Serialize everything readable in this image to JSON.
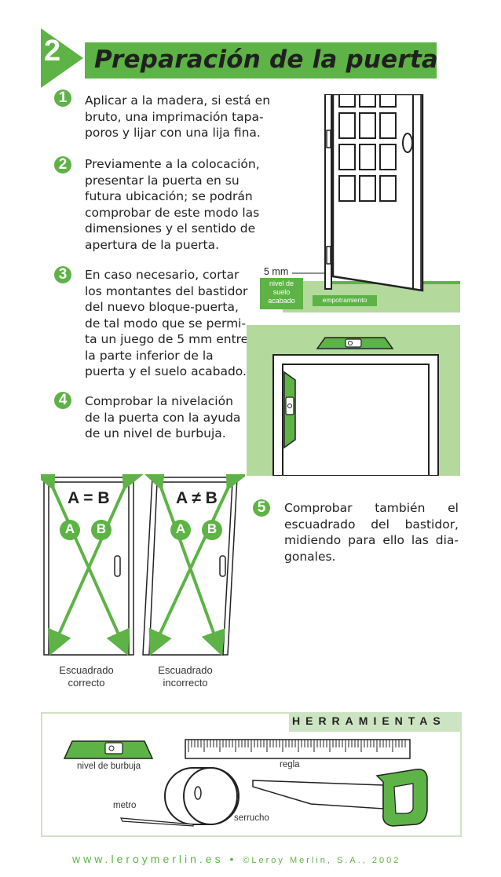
{
  "header": {
    "section_number": "2",
    "title": "Preparación de la puerta"
  },
  "steps": [
    {
      "number": "1",
      "lines": [
        "Aplicar a la madera, si está en",
        "bruto, una imprimación tapa-",
        "poros y lijar con una lija fina."
      ]
    },
    {
      "number": "2",
      "lines": [
        "Previamente a la colocación,",
        "presentar la puerta en su",
        "futura ubicación; se podrán",
        "comprobar de este modo las",
        "dimensiones y el sentido de",
        "apertura de la puerta."
      ]
    },
    {
      "number": "3",
      "lines": [
        "En caso necesario, cortar",
        "los montantes del bastidor",
        "del nuevo bloque-puerta,",
        "de tal modo que se permi-",
        "ta un juego de 5 mm entre",
        "la parte inferior de la",
        "puerta y el suelo acabado."
      ]
    },
    {
      "number": "4",
      "lines": [
        "Comprobar la nivelación",
        "de la puerta con la ayuda",
        "de un nivel de burbuja."
      ]
    },
    {
      "number": "5",
      "lines": [
        "Comprobar también el",
        "escuadrado del bastidor,",
        "midiendo para ello las dia-",
        "gonales."
      ]
    }
  ],
  "door_figure": {
    "gap_label": "5 mm",
    "floor_label": [
      "nivel de",
      "suelo",
      "acabado"
    ],
    "recess_label": "empotramiento"
  },
  "squaring": {
    "correct": {
      "formula": "A = B",
      "a": "A",
      "b": "B",
      "caption": [
        "Escuadrado",
        "correcto"
      ]
    },
    "incorrect": {
      "formula": "A ≠ B",
      "a": "A",
      "b": "B",
      "caption": [
        "Escuadrado",
        "incorrecto"
      ]
    }
  },
  "tools": {
    "heading": "HERRAMIENTAS",
    "level": "nivel de burbuja",
    "ruler": "regla",
    "tape": "metro",
    "saw": "serrucho"
  },
  "footer": {
    "url": "www.leroymerlin.es",
    "separator": "•",
    "copyright": "©Leroy Merlin, S.A., 2002"
  },
  "colors": {
    "accent": "#5db345",
    "light_green": "#b3d99d",
    "pale_green": "#cde4c2"
  }
}
